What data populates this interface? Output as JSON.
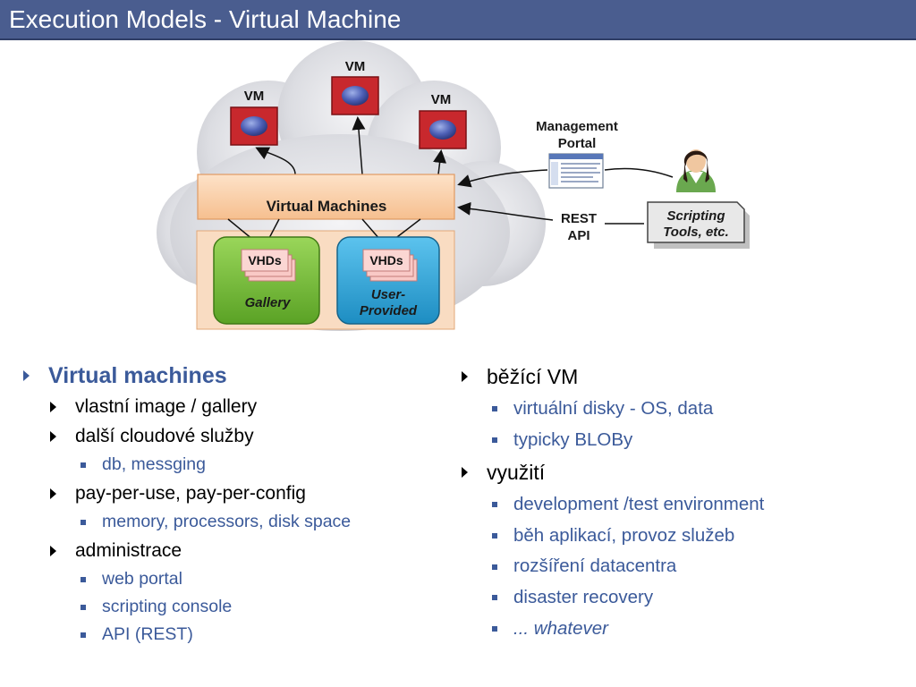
{
  "slide": {
    "title": "Execution Models - Virtual Machine",
    "colors": {
      "title_bar": "#4a5d8f",
      "accent_blue": "#3b5a9a",
      "vm_red": "#c8282d",
      "panel_orange": "#f8c9a0",
      "gallery_green": "#7ec23a",
      "user_blue": "#2fa8d8"
    }
  },
  "diagram": {
    "vm_labels": [
      "VM",
      "VM",
      "VM"
    ],
    "virtual_machines_label": "Virtual Machines",
    "vhd_label": "VHDs",
    "gallery_label": "Gallery",
    "user_provided_label_1": "User-",
    "user_provided_label_2": "Provided",
    "management_portal_label_1": "Management",
    "management_portal_label_2": "Portal",
    "rest_api_label_1": "REST",
    "rest_api_label_2": "API",
    "scripting_tools_label_1": "Scripting",
    "scripting_tools_label_2": "Tools, etc.",
    "icons": [
      "vm-icon",
      "user-icon",
      "portal-screenshot-icon"
    ]
  },
  "left_column": {
    "heading": "Virtual machines",
    "items": [
      {
        "label": "vlastní image / gallery",
        "sub": []
      },
      {
        "label": "další cloudové služby",
        "sub": [
          "db, messging"
        ]
      },
      {
        "label": "pay-per-use, pay-per-config",
        "sub": [
          "memory, processors, disk space"
        ]
      },
      {
        "label": "administrace",
        "sub": [
          "web portal",
          "scripting console",
          "API (REST)"
        ]
      }
    ]
  },
  "right_column": {
    "groups": [
      {
        "label": "běžící VM",
        "sub": [
          "virtuální disky - OS, data",
          "typicky BLOBy"
        ]
      },
      {
        "label": "využití",
        "sub": [
          "development /test environment",
          "běh aplikací, provoz služeb",
          "rozšíření datacentra",
          "disaster recovery",
          "... whatever"
        ]
      }
    ]
  }
}
